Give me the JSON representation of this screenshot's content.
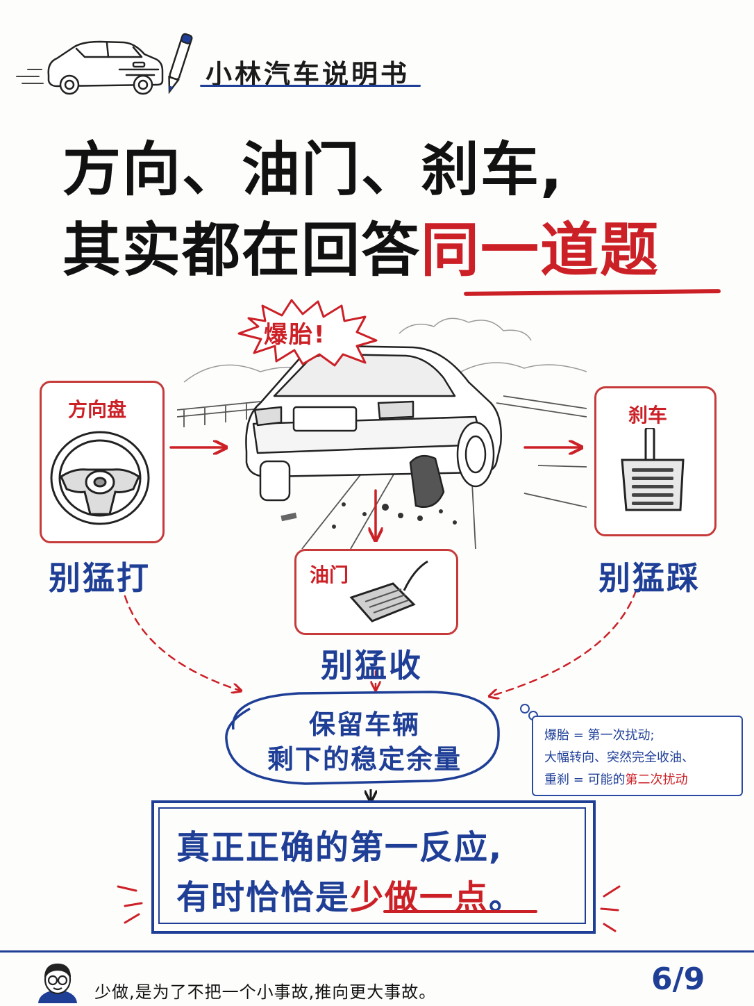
{
  "brand": {
    "title": "小林汽车说明书"
  },
  "headline": {
    "line1": "方向、油门、刹车,",
    "line2_prefix": "其实都在回答",
    "line2_highlight": "同一道题"
  },
  "scene": {
    "burst_label": "爆胎!"
  },
  "controls": {
    "wheel": {
      "label": "方向盘",
      "advice": "别猛打"
    },
    "gas": {
      "label": "油门",
      "advice": "别猛收"
    },
    "brake": {
      "label": "刹车",
      "advice": "别猛踩"
    }
  },
  "goal": {
    "line1": "保留车辆",
    "line2": "剩下的稳定余量"
  },
  "note": {
    "line1": "爆胎 = 第一次扰动;",
    "line2": "大幅转向、突然完全收油、",
    "line3_prefix": "重刹 = 可能的",
    "line3_highlight": "第二次扰动"
  },
  "conclusion": {
    "line1": "真正正确的第一反应,",
    "line2_prefix": "有时恰恰是",
    "line2_highlight": "少做一点",
    "line2_suffix": "。"
  },
  "footer": {
    "text": "少做,是为了不把一个小事故,推向更大事故。",
    "page": "6/9"
  },
  "colors": {
    "red": "#cc2027",
    "blue": "#1f3f97",
    "ink": "#1b1b1b"
  },
  "icons": [
    "car-icon",
    "pen-icon",
    "steering-wheel-icon",
    "brake-pedal-icon",
    "gas-pedal-icon",
    "avatar-icon",
    "speech-burst-icon"
  ]
}
